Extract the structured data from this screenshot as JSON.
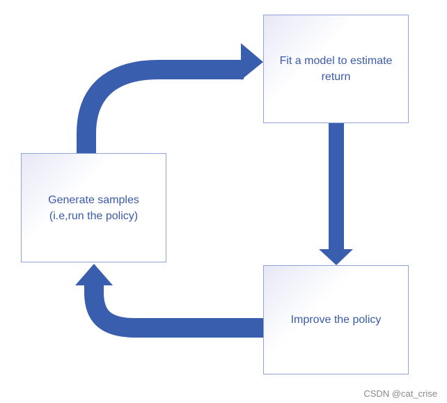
{
  "diagram": {
    "nodes": {
      "fit_model": {
        "label": "Fit a model to estimate\nreturn"
      },
      "generate_samples": {
        "label": "Generate samples\n(i.e,run the policy)"
      },
      "improve_policy": {
        "label": "Improve the policy"
      }
    },
    "edges": [
      {
        "from": "generate_samples",
        "to": "fit_model"
      },
      {
        "from": "fit_model",
        "to": "improve_policy"
      },
      {
        "from": "improve_policy",
        "to": "generate_samples"
      }
    ],
    "colors": {
      "arrow": "#3a5eae",
      "box_border": "#8fa3d6",
      "text": "#3a5aa8"
    }
  },
  "watermark": "CSDN @cat_crise"
}
